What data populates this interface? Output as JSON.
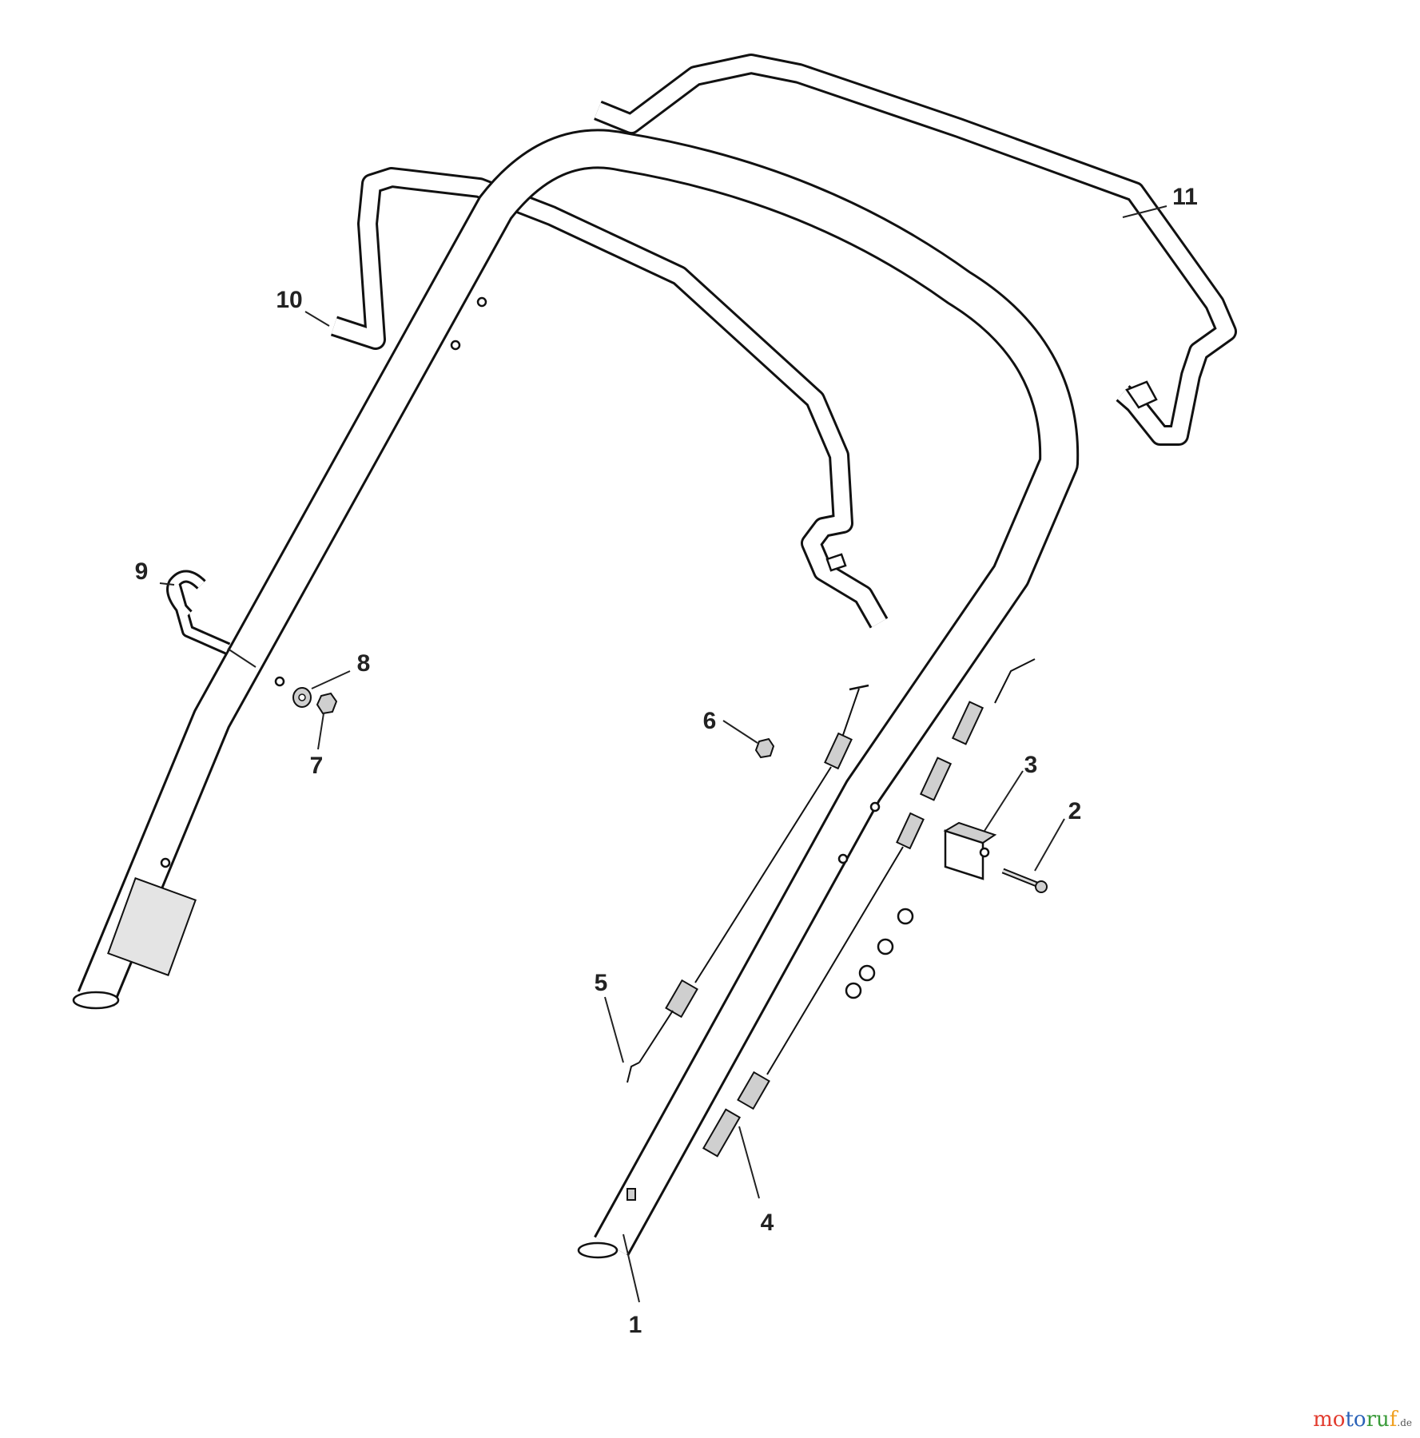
{
  "callouts": [
    "1",
    "2",
    "3",
    "4",
    "5",
    "6",
    "7",
    "8",
    "9",
    "10",
    "11"
  ],
  "watermark": {
    "parts": [
      "mo",
      "to",
      "ru",
      "f"
    ],
    "tld": ".de"
  }
}
